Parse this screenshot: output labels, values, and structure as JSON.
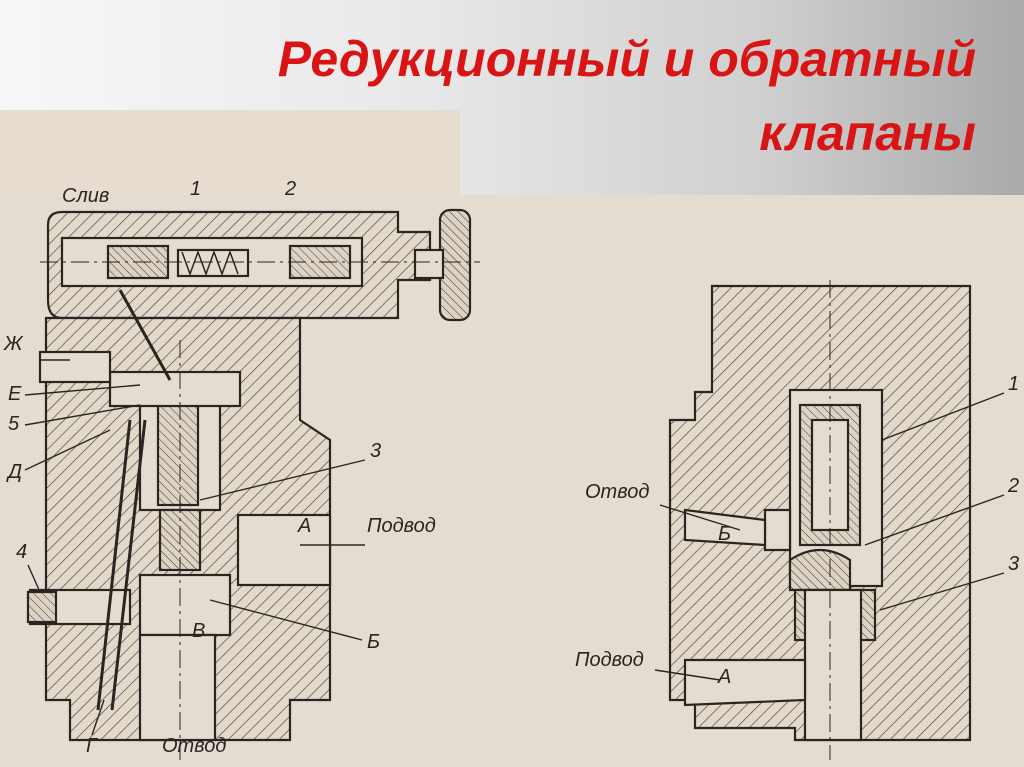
{
  "title": {
    "line1": "Редукционный и обратный",
    "line2": "клапаны"
  },
  "colors": {
    "title": "#d81414",
    "paper": "#e4dcd0",
    "ink": "#2a2520"
  },
  "left_valve": {
    "labels": {
      "drain": "Слив",
      "n1": "1",
      "n2": "2",
      "zh": "Ж",
      "e": "Е",
      "n5": "5",
      "d": "Д",
      "n3": "3",
      "a": "А",
      "inlet": "Подвод",
      "n4": "4",
      "v": "В",
      "b": "Б",
      "g": "Г",
      "outlet": "Отвод"
    }
  },
  "right_valve": {
    "labels": {
      "n1": "1",
      "n2": "2",
      "n3": "3",
      "outlet": "Отвод",
      "b": "Б",
      "inlet": "Подвод",
      "a": "А"
    }
  }
}
